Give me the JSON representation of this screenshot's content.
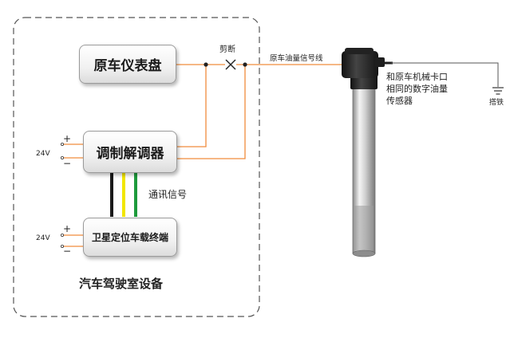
{
  "diagram": {
    "original_dashboard": "原车仪表盘",
    "cut": "剪断",
    "modem": "调制解调器",
    "signal_line": "原车油量信号线",
    "sensor_desc": [
      "和原车机械卡口",
      "相同的数字油量",
      "传感器"
    ],
    "ground": "搭铁",
    "comm_signal": "通讯信号",
    "gps_terminal": "卫星定位车载终端",
    "voltage_1": "24V",
    "voltage_2": "24V",
    "plus": "+",
    "minus": "−",
    "cab_equipment": "汽车驾驶室设备",
    "colors": {
      "wire": "#f08c3c",
      "cable_black": "#1a1a1a",
      "cable_yellow": "#f2e600",
      "cable_green": "#1e9a3c",
      "dashed_border": "#555555"
    }
  }
}
